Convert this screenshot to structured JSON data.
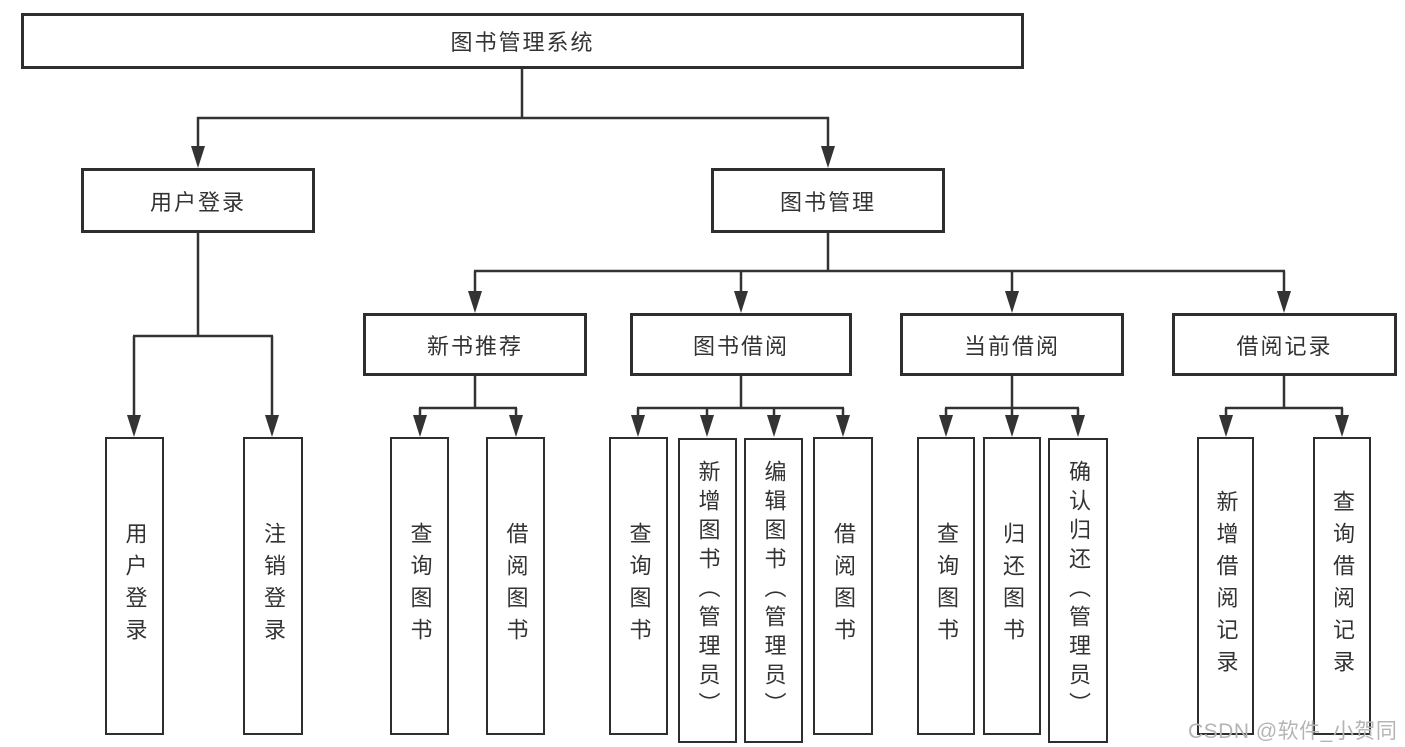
{
  "tree": {
    "root": {
      "label": "图书管理系统",
      "children": [
        {
          "label": "用户登录",
          "children": [
            {
              "label": "用户登录"
            },
            {
              "label": "注销登录"
            }
          ]
        },
        {
          "label": "图书管理",
          "children": [
            {
              "label": "新书推荐",
              "children": [
                {
                  "label": "查询图书"
                },
                {
                  "label": "借阅图书"
                }
              ]
            },
            {
              "label": "图书借阅",
              "children": [
                {
                  "label": "查询图书"
                },
                {
                  "label": "新增图书（管理员）"
                },
                {
                  "label": "编辑图书（管理员）"
                },
                {
                  "label": "借阅图书"
                }
              ]
            },
            {
              "label": "当前借阅",
              "children": [
                {
                  "label": "查询图书"
                },
                {
                  "label": "归还图书"
                },
                {
                  "label": "确认归还（管理员）"
                }
              ]
            },
            {
              "label": "借阅记录",
              "children": [
                {
                  "label": "新增借阅记录"
                },
                {
                  "label": "查询借阅记录"
                }
              ]
            }
          ]
        }
      ]
    },
    "watermark": "CSDN @软件_小贺同学",
    "colors": {
      "line": "#333333",
      "box_border": "#2e2e2e",
      "text": "#333333",
      "background": "#ffffff",
      "watermark": "#b5b5b5"
    }
  }
}
